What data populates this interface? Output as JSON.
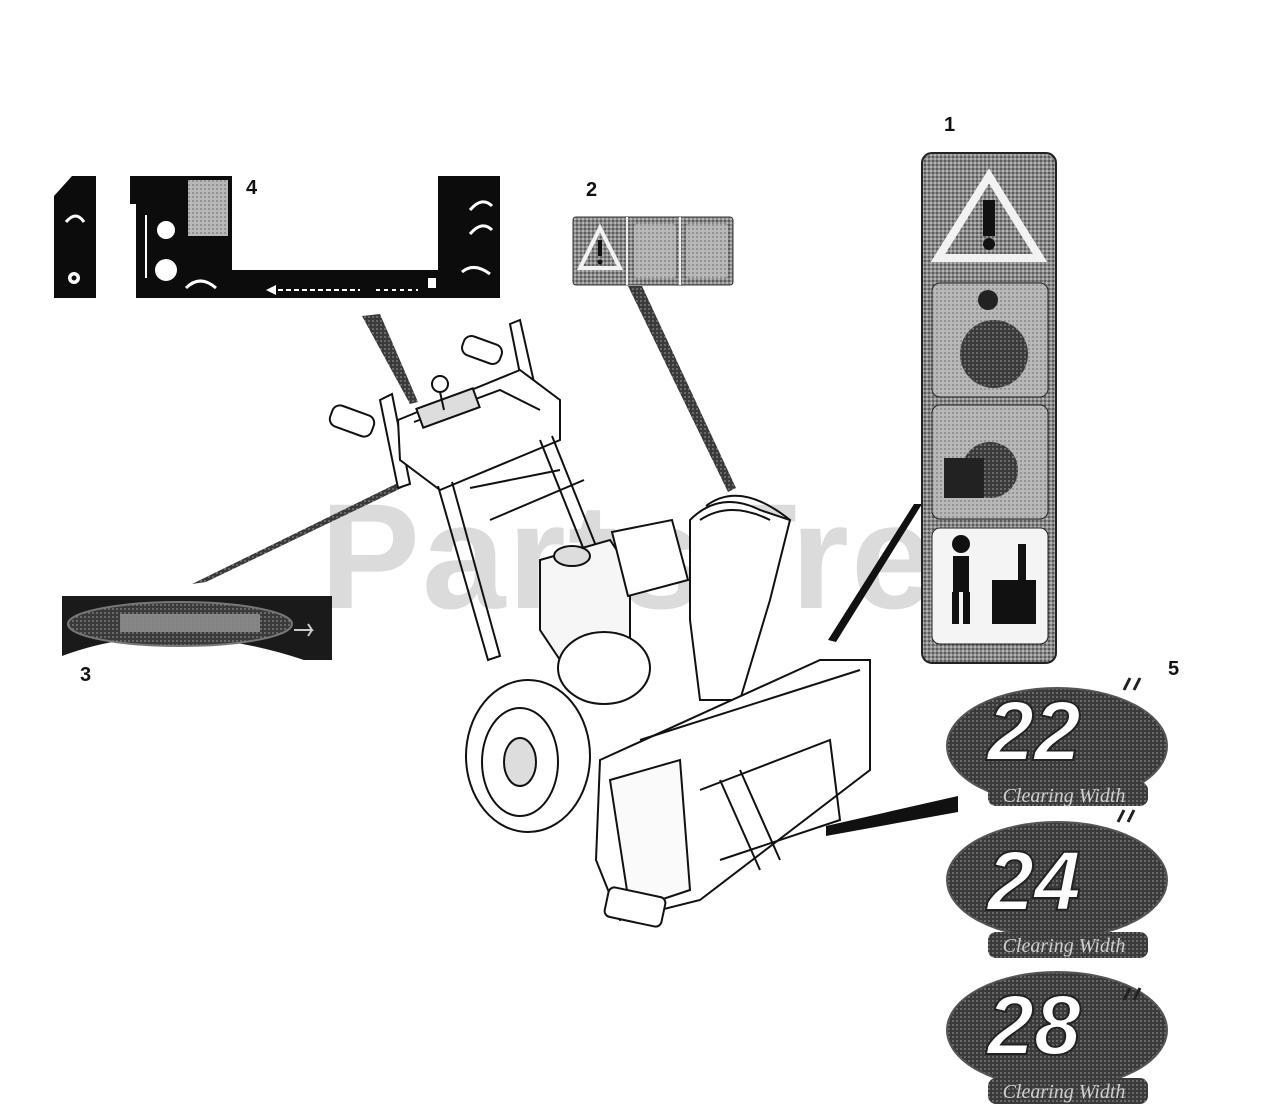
{
  "callouts": {
    "c1": "1",
    "c2": "2",
    "c3": "3",
    "c4": "4",
    "c5": "5"
  },
  "watermark": "PartsTree",
  "decal_widths": [
    {
      "number": "22",
      "caption": "Clearing Width"
    },
    {
      "number": "24",
      "caption": "Clearing Width"
    },
    {
      "number": "28",
      "caption": "Clearing Width"
    }
  ],
  "colors": {
    "decal_dark": "#2a2a2a",
    "decal_mid": "#6a6a6a",
    "line": "#111111",
    "watermark": "#cfcfcf"
  }
}
